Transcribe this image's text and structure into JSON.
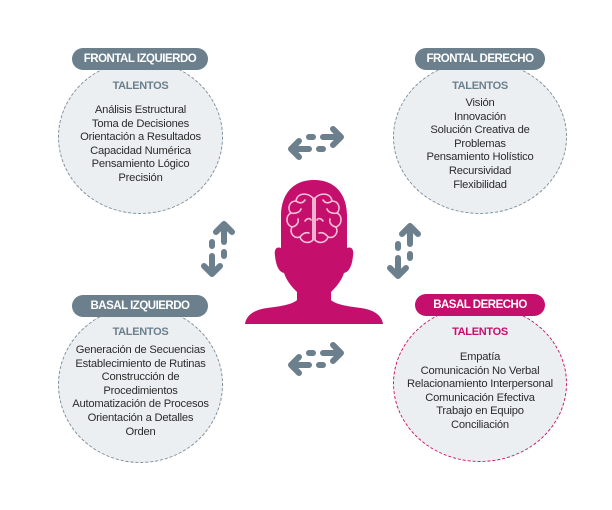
{
  "colors": {
    "slate": "#6b7f8c",
    "accent": "#c4106c",
    "circle_fill": "#eceff2",
    "text": "#2b2b2b"
  },
  "center": {
    "icon": "person-with-brain-icon"
  },
  "arrows": {
    "icon": "bidirectional-dashed-arrow-icon"
  },
  "quadrants": {
    "frontal_izquierdo": {
      "title": "FRONTAL IZQUIERDO",
      "subtitle": "TALENTOS",
      "items": [
        "Análisis Estructural",
        "Toma de Decisiones",
        "Orientación a Resultados",
        "Capacidad Numérica",
        "Pensamiento Lógico",
        "Precisión"
      ]
    },
    "frontal_derecho": {
      "title": "FRONTAL DERECHO",
      "subtitle": "TALENTOS",
      "items": [
        "Visión",
        "Innovación",
        "Solución Creativa de",
        "Problemas",
        "Pensamiento Holístico",
        "Recursividad",
        "Flexibilidad"
      ]
    },
    "basal_izquierdo": {
      "title": "BASAL IZQUIERDO",
      "subtitle": "TALENTOS",
      "items": [
        "Generación de Secuencias",
        "Establecimiento de Rutinas",
        "Construcción de",
        "Procedimientos",
        "Automatización de Procesos",
        "Orientación a Detalles",
        "Orden"
      ]
    },
    "basal_derecho": {
      "title": "BASAL DERECHO",
      "subtitle": "TALENTOS",
      "items": [
        "Empatía",
        "Comunicación No Verbal",
        "Relacionamiento Interpersonal",
        "Comunicación Efectiva",
        "Trabajo en Equipo",
        "Conciliación"
      ]
    }
  }
}
